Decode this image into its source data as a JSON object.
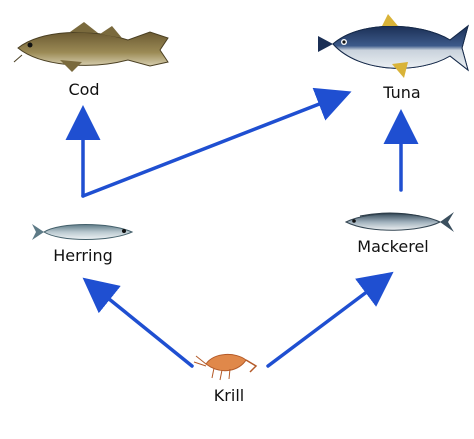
{
  "diagram": {
    "nodes": {
      "cod": {
        "label": "Cod",
        "icon": "cod-fish-icon"
      },
      "tuna": {
        "label": "Tuna",
        "icon": "tuna-fish-icon"
      },
      "herring": {
        "label": "Herring",
        "icon": "herring-fish-icon"
      },
      "mackerel": {
        "label": "Mackerel",
        "icon": "mackerel-fish-icon"
      },
      "krill": {
        "label": "Krill",
        "icon": "krill-icon"
      }
    },
    "edges": [
      {
        "from": "krill",
        "to": "herring"
      },
      {
        "from": "krill",
        "to": "mackerel"
      },
      {
        "from": "herring",
        "to": "cod"
      },
      {
        "from": "herring",
        "to": "tuna"
      },
      {
        "from": "mackerel",
        "to": "tuna"
      }
    ],
    "colors": {
      "arrow": "#1f4fd1",
      "label": "#111111"
    }
  }
}
